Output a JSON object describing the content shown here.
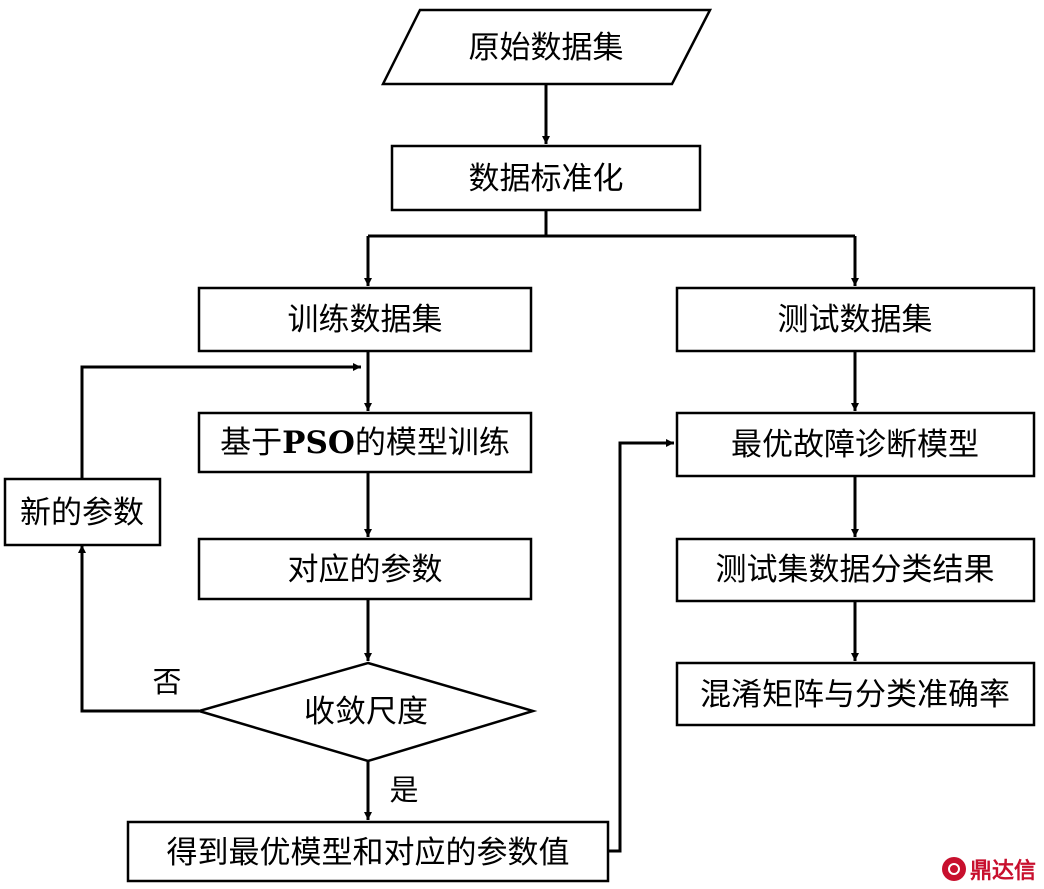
{
  "nodes": {
    "raw_data": "原始数据集",
    "normalize": "数据标准化",
    "train_set": "训练数据集",
    "test_set": "测试数据集",
    "pso_train_prefix": "基于",
    "pso_train_bold": "PSO",
    "pso_train_suffix": "的模型训练",
    "params": "对应的参数",
    "convergence": "收敛尺度",
    "new_params": "新的参数",
    "best_model": "得到最优模型和对应的参数值",
    "optimal_diag": "最优故障诊断模型",
    "test_result": "测试集数据分类结果",
    "confusion": "混淆矩阵与分类准确率"
  },
  "labels": {
    "no": "否",
    "yes": "是"
  },
  "watermark": {
    "text": "鼎达信",
    "color": "#c8102e"
  }
}
